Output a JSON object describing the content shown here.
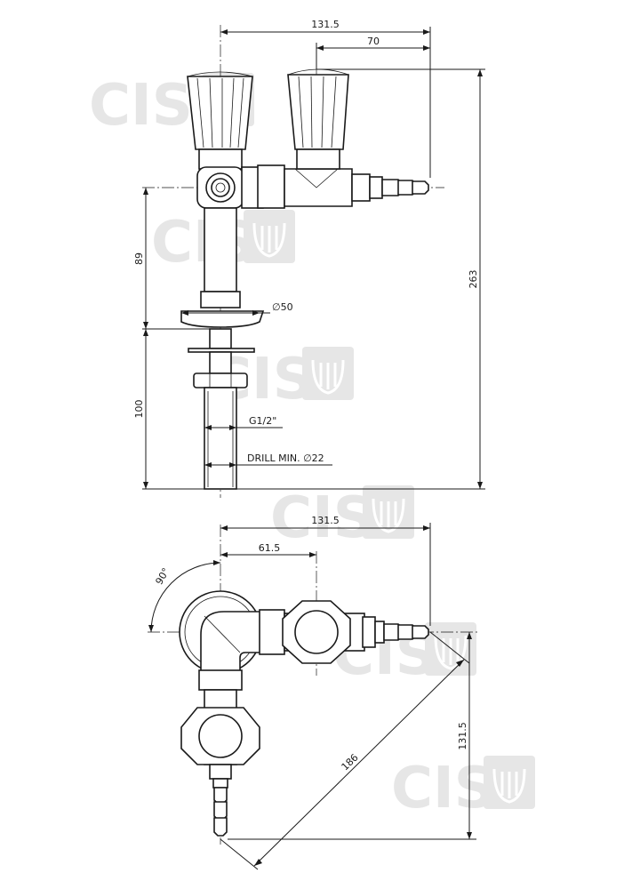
{
  "watermark": {
    "text": "CIS"
  },
  "front_view": {
    "dim_total_width": "131.5",
    "dim_side_outlet": "70",
    "dim_height_above": "89",
    "dim_flange_diameter": "∅50",
    "dim_total_height": "263",
    "dim_below_deck": "100",
    "thread_label": "G1/2\"",
    "drill_label": "DRILL MIN. ∅22"
  },
  "top_view": {
    "dim_total_width": "131.5",
    "dim_valve_offset": "61.5",
    "angle_label": "90°",
    "dim_depth": "131.5",
    "dim_diagonal": "186"
  },
  "colors": {
    "line": "#1a1a1a",
    "watermark": "#e6e6e6"
  }
}
